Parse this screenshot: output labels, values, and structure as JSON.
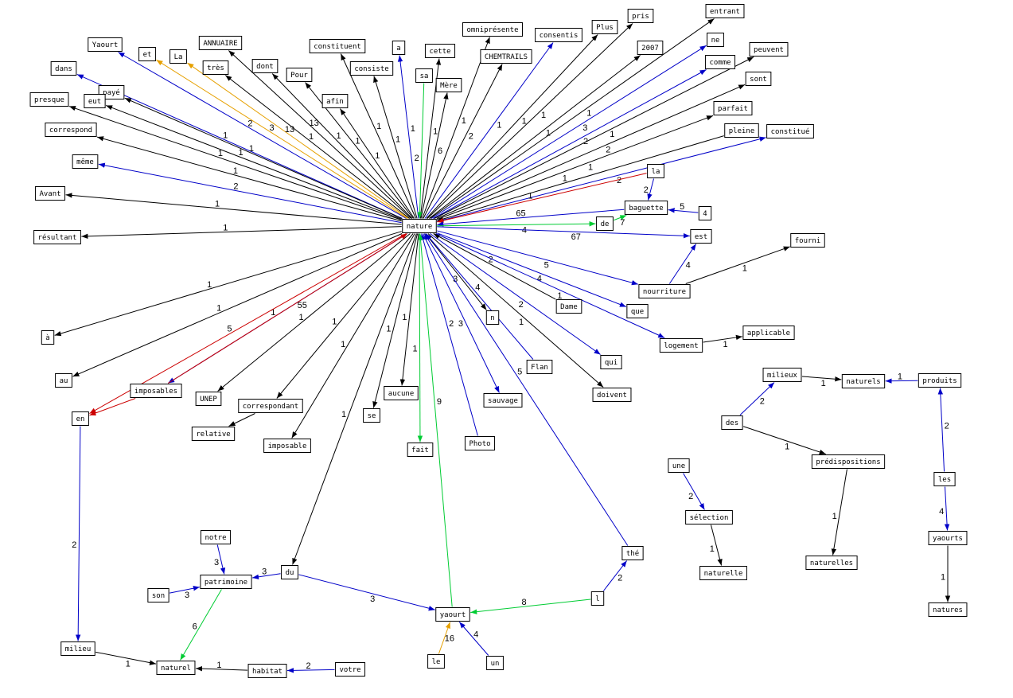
{
  "colors": {
    "black": "#000000",
    "blue": "#0000c8",
    "green": "#00cc33",
    "orange": "#e6a000",
    "red": "#cc0000"
  },
  "nodes": [
    {
      "id": "nature",
      "label": "nature"
    },
    {
      "id": "yaourt_cap",
      "label": "Yaourt"
    },
    {
      "id": "et",
      "label": "et"
    },
    {
      "id": "la_cap",
      "label": "La"
    },
    {
      "id": "annuaire",
      "label": "ANNUAIRE"
    },
    {
      "id": "dont",
      "label": "dont"
    },
    {
      "id": "constituent",
      "label": "constituent"
    },
    {
      "id": "a",
      "label": "a"
    },
    {
      "id": "cette",
      "label": "cette"
    },
    {
      "id": "omnipresente",
      "label": "omniprésente"
    },
    {
      "id": "consentis",
      "label": "consentis"
    },
    {
      "id": "plus",
      "label": "Plus"
    },
    {
      "id": "pris",
      "label": "pris"
    },
    {
      "id": "entrant",
      "label": "entrant"
    },
    {
      "id": "dans",
      "label": "dans"
    },
    {
      "id": "paye",
      "label": "payé"
    },
    {
      "id": "tres",
      "label": "très"
    },
    {
      "id": "pour",
      "label": "Pour"
    },
    {
      "id": "consiste",
      "label": "consiste"
    },
    {
      "id": "sa",
      "label": "sa"
    },
    {
      "id": "mere",
      "label": "Mère"
    },
    {
      "id": "chemtrails",
      "label": "CHEMTRAILS"
    },
    {
      "id": "y2007",
      "label": "2007"
    },
    {
      "id": "ne",
      "label": "ne"
    },
    {
      "id": "comme",
      "label": "comme"
    },
    {
      "id": "peuvent",
      "label": "peuvent"
    },
    {
      "id": "presque",
      "label": "presque"
    },
    {
      "id": "eut",
      "label": "eut"
    },
    {
      "id": "afin",
      "label": "afin"
    },
    {
      "id": "sont",
      "label": "sont"
    },
    {
      "id": "parfait",
      "label": "parfait"
    },
    {
      "id": "correspond",
      "label": "correspond"
    },
    {
      "id": "pleine",
      "label": "pleine"
    },
    {
      "id": "constitue",
      "label": "constitué"
    },
    {
      "id": "meme",
      "label": "même"
    },
    {
      "id": "la",
      "label": "la"
    },
    {
      "id": "avant",
      "label": "Avant"
    },
    {
      "id": "baguette",
      "label": "baguette"
    },
    {
      "id": "n4",
      "label": "4"
    },
    {
      "id": "de",
      "label": "de"
    },
    {
      "id": "resultant",
      "label": "résultant"
    },
    {
      "id": "est",
      "label": "est"
    },
    {
      "id": "fourni",
      "label": "fourni"
    },
    {
      "id": "nourriture",
      "label": "nourriture"
    },
    {
      "id": "dame",
      "label": "Dame"
    },
    {
      "id": "que",
      "label": "que"
    },
    {
      "id": "n",
      "label": "n"
    },
    {
      "id": "a_grave",
      "label": "à"
    },
    {
      "id": "logement",
      "label": "logement"
    },
    {
      "id": "applicable",
      "label": "applicable"
    },
    {
      "id": "qui",
      "label": "qui"
    },
    {
      "id": "flan",
      "label": "Flan"
    },
    {
      "id": "au",
      "label": "au"
    },
    {
      "id": "milieux",
      "label": "milieux"
    },
    {
      "id": "naturels",
      "label": "naturels"
    },
    {
      "id": "produits",
      "label": "produits"
    },
    {
      "id": "imposables",
      "label": "imposables"
    },
    {
      "id": "unep",
      "label": "UNEP"
    },
    {
      "id": "aucune",
      "label": "aucune"
    },
    {
      "id": "sauvage",
      "label": "sauvage"
    },
    {
      "id": "doivent",
      "label": "doivent"
    },
    {
      "id": "en",
      "label": "en"
    },
    {
      "id": "correspondant",
      "label": "correspondant"
    },
    {
      "id": "se",
      "label": "se"
    },
    {
      "id": "des",
      "label": "des"
    },
    {
      "id": "relative",
      "label": "relative"
    },
    {
      "id": "photo",
      "label": "Photo"
    },
    {
      "id": "imposable",
      "label": "imposable"
    },
    {
      "id": "fait",
      "label": "fait"
    },
    {
      "id": "predispositions",
      "label": "prédispositions"
    },
    {
      "id": "une",
      "label": "une"
    },
    {
      "id": "les",
      "label": "les"
    },
    {
      "id": "selection",
      "label": "sélection"
    },
    {
      "id": "notre",
      "label": "notre"
    },
    {
      "id": "naturelles",
      "label": "naturelles"
    },
    {
      "id": "yaourts",
      "label": "yaourts"
    },
    {
      "id": "the",
      "label": "thé"
    },
    {
      "id": "du",
      "label": "du"
    },
    {
      "id": "naturelle",
      "label": "naturelle"
    },
    {
      "id": "patrimoine",
      "label": "patrimoine"
    },
    {
      "id": "son",
      "label": "son"
    },
    {
      "id": "l",
      "label": "l"
    },
    {
      "id": "yaourt",
      "label": "yaourt"
    },
    {
      "id": "natures",
      "label": "natures"
    },
    {
      "id": "milieu",
      "label": "milieu"
    },
    {
      "id": "le",
      "label": "le"
    },
    {
      "id": "un",
      "label": "un"
    },
    {
      "id": "naturel",
      "label": "naturel"
    },
    {
      "id": "habitat",
      "label": "habitat"
    },
    {
      "id": "votre",
      "label": "votre"
    }
  ],
  "edges": [
    {
      "from": "nature",
      "to": "yaourt_cap",
      "label": "2",
      "color": "blue"
    },
    {
      "from": "nature",
      "to": "et",
      "label": "3",
      "color": "orange"
    },
    {
      "from": "nature",
      "to": "la_cap",
      "label": "13",
      "color": "orange"
    },
    {
      "from": "nature",
      "to": "annuaire",
      "label": "13",
      "color": "black"
    },
    {
      "from": "nature",
      "to": "dont",
      "label": "1",
      "color": "black"
    },
    {
      "from": "nature",
      "to": "constituent",
      "label": "1",
      "color": "black"
    },
    {
      "from": "nature",
      "to": "a",
      "label": "1",
      "color": "blue"
    },
    {
      "from": "nature",
      "to": "cette",
      "label": "1",
      "color": "black"
    },
    {
      "from": "nature",
      "to": "omnipresente",
      "label": "1",
      "color": "black"
    },
    {
      "from": "nature",
      "to": "consentis",
      "label": "1",
      "color": "blue"
    },
    {
      "from": "nature",
      "to": "plus",
      "label": "1",
      "color": "black"
    },
    {
      "from": "nature",
      "to": "pris",
      "label": "1",
      "color": "black"
    },
    {
      "from": "nature",
      "to": "entrant",
      "label": "1",
      "color": "black"
    },
    {
      "from": "nature",
      "to": "dans",
      "label": "1",
      "color": "blue"
    },
    {
      "from": "nature",
      "to": "paye",
      "label": "1",
      "color": "black"
    },
    {
      "from": "nature",
      "to": "tres",
      "label": "1",
      "color": "black"
    },
    {
      "from": "nature",
      "to": "pour",
      "label": "1",
      "color": "black"
    },
    {
      "from": "nature",
      "to": "consiste",
      "label": "1",
      "color": "black"
    },
    {
      "from": "sa",
      "to": "nature",
      "label": "2",
      "color": "green"
    },
    {
      "from": "nature",
      "to": "mere",
      "label": "6",
      "color": "black"
    },
    {
      "from": "nature",
      "to": "chemtrails",
      "label": "2",
      "color": "black"
    },
    {
      "from": "nature",
      "to": "y2007",
      "label": "1",
      "color": "black"
    },
    {
      "from": "nature",
      "to": "ne",
      "label": "3",
      "color": "blue"
    },
    {
      "from": "nature",
      "to": "comme",
      "label": "2",
      "color": "blue"
    },
    {
      "from": "nature",
      "to": "peuvent",
      "label": "1",
      "color": "black"
    },
    {
      "from": "nature",
      "to": "presque",
      "label": "1",
      "color": "black"
    },
    {
      "from": "nature",
      "to": "eut",
      "label": "1",
      "color": "black"
    },
    {
      "from": "nature",
      "to": "afin",
      "label": "1",
      "color": "black"
    },
    {
      "from": "nature",
      "to": "sont",
      "label": "2",
      "color": "black"
    },
    {
      "from": "nature",
      "to": "parfait",
      "label": "1",
      "color": "black"
    },
    {
      "from": "nature",
      "to": "correspond",
      "label": "1",
      "color": "black"
    },
    {
      "from": "pleine",
      "to": "nature",
      "label": "1",
      "color": "black"
    },
    {
      "from": "nature",
      "to": "constitue",
      "label": "2",
      "color": "blue"
    },
    {
      "from": "nature",
      "to": "meme",
      "label": "2",
      "color": "blue"
    },
    {
      "from": "la",
      "to": "nature",
      "label": "1",
      "color": "red"
    },
    {
      "from": "nature",
      "to": "avant",
      "label": "1",
      "color": "black"
    },
    {
      "from": "baguette",
      "to": "nature",
      "label": "65",
      "color": "blue"
    },
    {
      "from": "nature",
      "to": "de",
      "label": "4",
      "color": "green"
    },
    {
      "from": "nature",
      "to": "resultant",
      "label": "1",
      "color": "black"
    },
    {
      "from": "nature",
      "to": "est",
      "label": "67",
      "color": "blue"
    },
    {
      "from": "nature",
      "to": "nourriture",
      "label": "5",
      "color": "blue"
    },
    {
      "from": "dame",
      "to": "nature",
      "label": "2",
      "color": "black"
    },
    {
      "from": "nature",
      "to": "que",
      "label": "4",
      "color": "blue"
    },
    {
      "from": "nature",
      "to": "n",
      "label": "3",
      "color": "black"
    },
    {
      "from": "nature",
      "to": "a_grave",
      "label": "1",
      "color": "black"
    },
    {
      "from": "nature",
      "to": "logement",
      "label": "1",
      "color": "blue"
    },
    {
      "from": "nature",
      "to": "qui",
      "label": "2",
      "color": "blue"
    },
    {
      "from": "flan",
      "to": "nature",
      "label": "4",
      "color": "blue"
    },
    {
      "from": "nature",
      "to": "au",
      "label": "1",
      "color": "black"
    },
    {
      "from": "nature",
      "to": "imposables",
      "label": "1",
      "color": "blue"
    },
    {
      "from": "nature",
      "to": "unep",
      "label": "1",
      "color": "black"
    },
    {
      "from": "nature",
      "to": "aucune",
      "label": "1",
      "color": "black"
    },
    {
      "from": "nature",
      "to": "sauvage",
      "label": "3",
      "color": "blue"
    },
    {
      "from": "nature",
      "to": "doivent",
      "label": "1",
      "color": "black"
    },
    {
      "from": "imposables",
      "to": "nature",
      "label": "55",
      "color": "red"
    },
    {
      "from": "nature",
      "to": "correspondant",
      "label": "1",
      "color": "black"
    },
    {
      "from": "nature",
      "to": "se",
      "label": "1",
      "color": "black"
    },
    {
      "from": "photo",
      "to": "nature",
      "label": "2",
      "color": "blue"
    },
    {
      "from": "nature",
      "to": "imposable",
      "label": "1",
      "color": "black"
    },
    {
      "from": "nature",
      "to": "fait",
      "label": "1",
      "color": "green"
    },
    {
      "from": "nature",
      "to": "du",
      "label": "1",
      "color": "black"
    },
    {
      "from": "the",
      "to": "nature",
      "label": "5",
      "color": "blue"
    },
    {
      "from": "yaourt",
      "to": "nature",
      "label": "9",
      "color": "green"
    },
    {
      "from": "nature",
      "to": "en",
      "label": "5",
      "color": "red"
    },
    {
      "from": "la",
      "to": "baguette",
      "label": "2",
      "color": "blue"
    },
    {
      "from": "n4",
      "to": "baguette",
      "label": "5",
      "color": "blue"
    },
    {
      "from": "de",
      "to": "baguette",
      "label": "7",
      "color": "green"
    },
    {
      "from": "nourriture",
      "to": "est",
      "label": "4",
      "color": "blue"
    },
    {
      "from": "nourriture",
      "to": "fourni",
      "label": "1",
      "color": "black"
    },
    {
      "from": "logement",
      "to": "applicable",
      "label": "1",
      "color": "black"
    },
    {
      "from": "imposables",
      "to": "en",
      "label": "",
      "color": "red"
    },
    {
      "from": "correspondant",
      "to": "relative",
      "label": "",
      "color": "black"
    },
    {
      "from": "des",
      "to": "milieux",
      "label": "2",
      "color": "blue"
    },
    {
      "from": "milieux",
      "to": "naturels",
      "label": "1",
      "color": "black"
    },
    {
      "from": "produits",
      "to": "naturels",
      "label": "1",
      "color": "blue"
    },
    {
      "from": "des",
      "to": "predispositions",
      "label": "1",
      "color": "black"
    },
    {
      "from": "predispositions",
      "to": "naturelles",
      "label": "1",
      "color": "black"
    },
    {
      "from": "les",
      "to": "produits",
      "label": "2",
      "color": "blue"
    },
    {
      "from": "les",
      "to": "yaourts",
      "label": "4",
      "color": "blue"
    },
    {
      "from": "yaourts",
      "to": "natures",
      "label": "1",
      "color": "black"
    },
    {
      "from": "une",
      "to": "selection",
      "label": "2",
      "color": "blue"
    },
    {
      "from": "selection",
      "to": "naturelle",
      "label": "1",
      "color": "black"
    },
    {
      "from": "en",
      "to": "milieu",
      "label": "2",
      "color": "blue"
    },
    {
      "from": "milieu",
      "to": "naturel",
      "label": "1",
      "color": "black"
    },
    {
      "from": "notre",
      "to": "patrimoine",
      "label": "3",
      "color": "blue"
    },
    {
      "from": "son",
      "to": "patrimoine",
      "label": "3",
      "color": "blue"
    },
    {
      "from": "du",
      "to": "patrimoine",
      "label": "3",
      "color": "blue"
    },
    {
      "from": "patrimoine",
      "to": "naturel",
      "label": "6",
      "color": "green"
    },
    {
      "from": "habitat",
      "to": "naturel",
      "label": "1",
      "color": "black"
    },
    {
      "from": "votre",
      "to": "habitat",
      "label": "2",
      "color": "blue"
    },
    {
      "from": "du",
      "to": "yaourt",
      "label": "3",
      "color": "blue"
    },
    {
      "from": "l",
      "to": "yaourt",
      "label": "8",
      "color": "green"
    },
    {
      "from": "l",
      "to": "the",
      "label": "2",
      "color": "blue"
    },
    {
      "from": "le",
      "to": "yaourt",
      "label": "16",
      "color": "orange"
    },
    {
      "from": "un",
      "to": "yaourt",
      "label": "4",
      "color": "blue"
    }
  ]
}
